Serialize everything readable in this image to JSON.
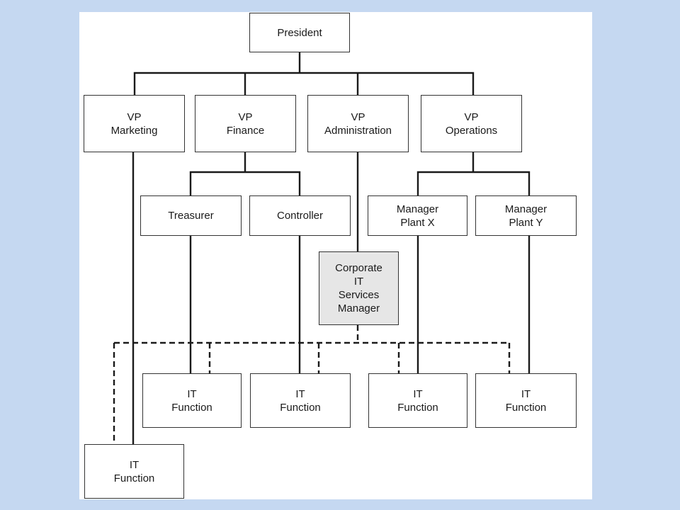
{
  "colors": {
    "page_background": "#c5d8f1",
    "panel_background": "#ffffff",
    "box_border": "#333333",
    "highlight_box_fill": "#e6e6e6",
    "line": "#1a1a1a"
  },
  "nodes": {
    "president": [
      "President"
    ],
    "vp_marketing": [
      "VP",
      "Marketing"
    ],
    "vp_finance": [
      "VP",
      "Finance"
    ],
    "vp_administration": [
      "VP",
      "Administration"
    ],
    "vp_operations": [
      "VP",
      "Operations"
    ],
    "treasurer": [
      "Treasurer"
    ],
    "controller": [
      "Controller"
    ],
    "manager_plant_x": [
      "Manager",
      "Plant X"
    ],
    "manager_plant_y": [
      "Manager",
      "Plant Y"
    ],
    "corporate_it_services_manager": [
      "Corporate",
      "IT",
      "Services",
      "Manager"
    ],
    "it_function_treasurer": [
      "IT",
      "Function"
    ],
    "it_function_controller": [
      "IT",
      "Function"
    ],
    "it_function_plant_x": [
      "IT",
      "Function"
    ],
    "it_function_plant_y": [
      "IT",
      "Function"
    ],
    "it_function_marketing": [
      "IT",
      "Function"
    ]
  },
  "solid_links": [
    [
      "president",
      "vp_marketing"
    ],
    [
      "president",
      "vp_finance"
    ],
    [
      "president",
      "vp_administration"
    ],
    [
      "president",
      "vp_operations"
    ],
    [
      "vp_finance",
      "treasurer"
    ],
    [
      "vp_finance",
      "controller"
    ],
    [
      "vp_administration",
      "corporate_it_services_manager"
    ],
    [
      "vp_operations",
      "manager_plant_x"
    ],
    [
      "vp_operations",
      "manager_plant_y"
    ],
    [
      "vp_marketing",
      "it_function_marketing"
    ],
    [
      "treasurer",
      "it_function_treasurer"
    ],
    [
      "controller",
      "it_function_controller"
    ],
    [
      "manager_plant_x",
      "it_function_plant_x"
    ],
    [
      "manager_plant_y",
      "it_function_plant_y"
    ]
  ],
  "dashed_links": [
    [
      "corporate_it_services_manager",
      "it_function_marketing"
    ],
    [
      "corporate_it_services_manager",
      "it_function_treasurer"
    ],
    [
      "corporate_it_services_manager",
      "it_function_controller"
    ],
    [
      "corporate_it_services_manager",
      "it_function_plant_x"
    ],
    [
      "corporate_it_services_manager",
      "it_function_plant_y"
    ]
  ]
}
